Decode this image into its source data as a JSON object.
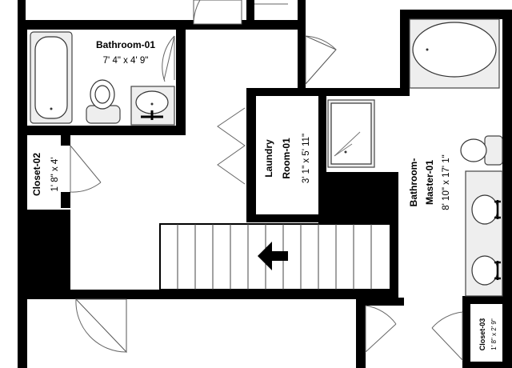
{
  "rooms": {
    "bathroom_01": {
      "name": "Bathroom-01",
      "dims": "7' 4\" x 4' 9\""
    },
    "closet_02": {
      "name": "Closet-02",
      "dims": "1' 8\" x 4'"
    },
    "laundry_01": {
      "name_line1": "Laundry",
      "name_line2": "Room-01",
      "dims": "3' 1\" x 5' 11\""
    },
    "bathroom_master_01": {
      "name_line1": "Bathroom-",
      "name_line2": "Master-01",
      "dims": "8' 10\" x 17' 1\""
    },
    "closet_03": {
      "name": "Closet-03",
      "dims": "1' 8\" x 2' 9\""
    }
  },
  "colors": {
    "wall": "#000000",
    "fixture_fill": "#eeeeee",
    "background": "#ffffff"
  },
  "icons": {
    "stair_direction": "left-arrow-icon"
  }
}
